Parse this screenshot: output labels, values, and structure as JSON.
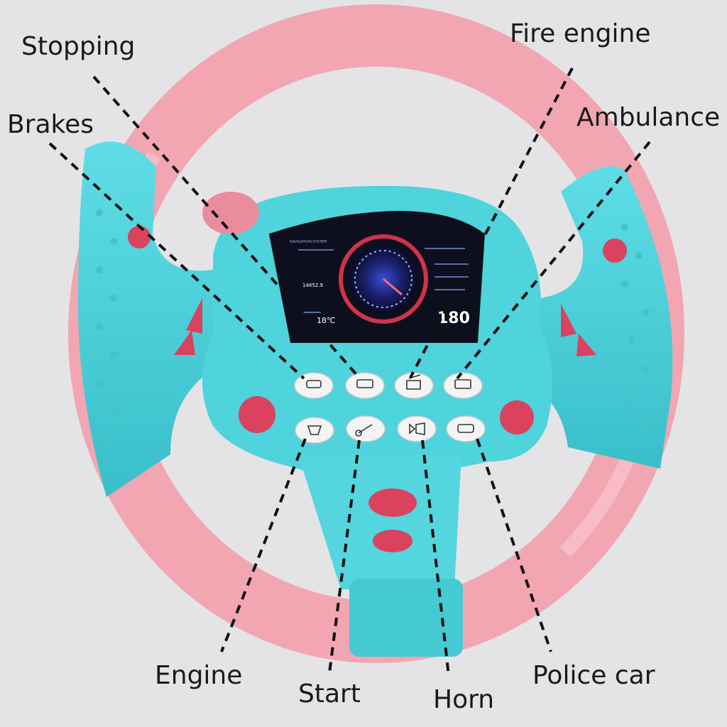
{
  "labels": {
    "stopping": "Stopping",
    "brakes": "Brakes",
    "fire_engine": "Fire engine",
    "ambulance": "Ambulance",
    "engine": "Engine",
    "start": "Start",
    "horn": "Horn",
    "police_car": "Police car"
  },
  "screen": {
    "speed": "180",
    "temperature": "18℃",
    "header": "NAVIGATION SYSTEM",
    "odometer": "14852.9"
  },
  "colors": {
    "background": "#e4e4e6",
    "rim_pink": "#f2a6b2",
    "body_teal": "#4fd3dc",
    "accent_red": "#d9435e",
    "screen_dark": "#0e0f1e"
  }
}
